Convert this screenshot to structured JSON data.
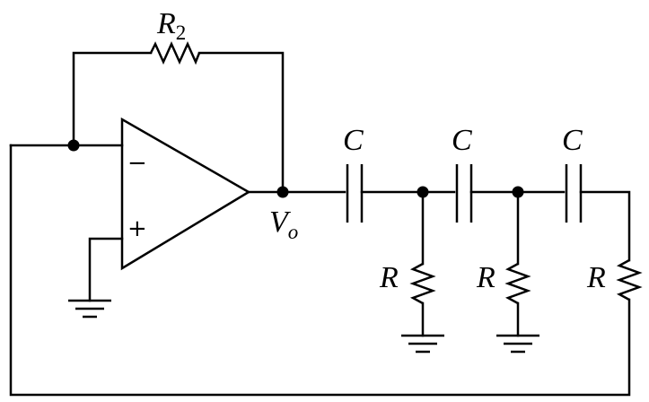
{
  "labels": {
    "r2_main": "R",
    "r2_sub": "2",
    "vo_main": "V",
    "vo_sub": "o",
    "c1": "C",
    "c2": "C",
    "c3": "C",
    "r1": "R",
    "r2": "R",
    "r3": "R",
    "minus": "−",
    "plus": "+"
  }
}
